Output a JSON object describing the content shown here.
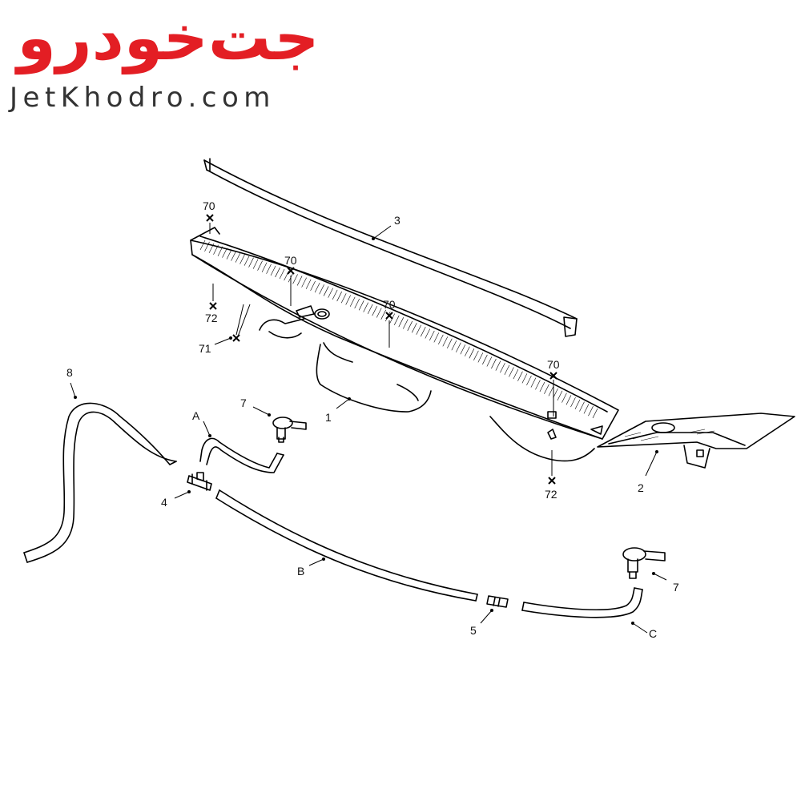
{
  "logo": {
    "persian_text": "جت‌خودرو",
    "latin_text": "JetKhodro.com",
    "color": "#e31e24"
  },
  "callouts": {
    "part_1": "1",
    "part_2": "2",
    "part_3": "3",
    "part_4": "4",
    "part_5": "5",
    "part_7a": "7",
    "part_7b": "7",
    "part_8": "8",
    "hose_a": "A",
    "hose_b": "B",
    "hose_c": "C",
    "fastener_70a": "70",
    "fastener_70b": "70",
    "fastener_70c": "70",
    "fastener_70d": "70",
    "fastener_71": "71",
    "fastener_72a": "72",
    "fastener_72b": "72"
  }
}
